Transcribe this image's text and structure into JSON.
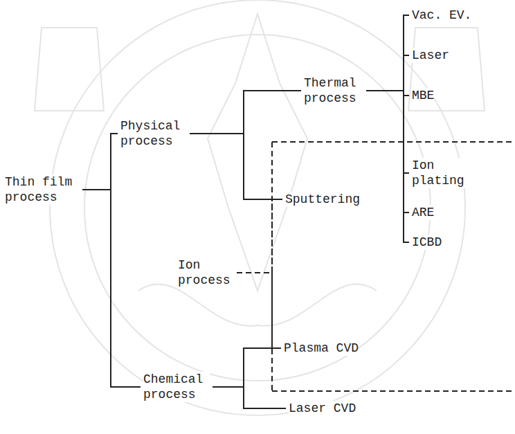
{
  "diagram": {
    "nodes": [
      {
        "text": [
          "Thin film process"
        ]
      },
      {
        "text": [
          "Physical process"
        ]
      },
      {
        "text": [
          "Thermal process"
        ]
      },
      {
        "text": [
          "Sputtering"
        ]
      },
      {
        "text": [
          "Ion process"
        ]
      },
      {
        "text": [
          "Plasma CVD"
        ]
      },
      {
        "text": [
          "Chemical process"
        ]
      },
      {
        "text": [
          "Laser CVD"
        ]
      },
      {
        "text": [
          "Vac. EV."
        ]
      },
      {
        "text": [
          "Laser"
        ]
      },
      {
        "text": [
          "MBE"
        ]
      },
      {
        "text": [
          "Ion plating"
        ]
      },
      {
        "text": [
          "ARE"
        ]
      },
      {
        "text": [
          "ICBD"
        ]
      }
    ],
    "edges": [
      {
        "from": 0,
        "to": 1,
        "arrow": "none"
      },
      {
        "from": 0,
        "to": 6,
        "arrow": "none"
      },
      {
        "from": 1,
        "to": 2,
        "arrow": "none"
      },
      {
        "from": 1,
        "to": 3,
        "arrow": "none"
      },
      {
        "from": 2,
        "to": 8,
        "arrow": "none"
      },
      {
        "from": 2,
        "to": 9,
        "arrow": "none"
      },
      {
        "from": 2,
        "to": 10,
        "arrow": "none"
      },
      {
        "from": 2,
        "to": 11,
        "arrow": "none"
      },
      {
        "from": 2,
        "to": 12,
        "arrow": "none"
      },
      {
        "from": 2,
        "to": 13,
        "arrow": "none"
      },
      {
        "from": 4,
        "to": 3,
        "arrow": "none"
      },
      {
        "from": 4,
        "to": 5,
        "arrow": "none"
      },
      {
        "from": 6,
        "to": 5,
        "arrow": "none"
      },
      {
        "from": 6,
        "to": 7,
        "arrow": "none"
      }
    ]
  }
}
